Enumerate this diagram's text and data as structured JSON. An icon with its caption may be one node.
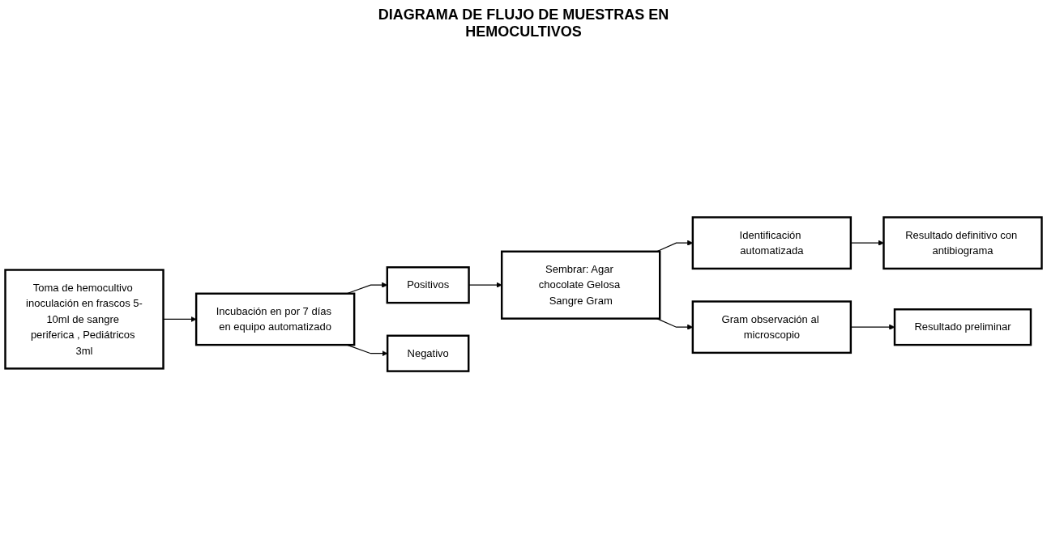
{
  "diagram": {
    "title": "DIAGRAMA DE FLUJO DE MUESTRAS EN HEMOCULTIVOS",
    "nodes": [
      {
        "text": [
          "Toma de hemocultivo inoculación en frascos 5-10ml de sangre periferica , Pediátricos 3ml"
        ]
      },
      {
        "text": [
          "Incubación en por 7 días en equipo automatizado"
        ]
      },
      {
        "text": [
          "Positivos"
        ]
      },
      {
        "text": [
          "Negativo"
        ]
      },
      {
        "text": [
          "Sembrar: Agar chocolate Gelosa Sangre Gram"
        ]
      },
      {
        "text": [
          "Identificación automatizada"
        ]
      },
      {
        "text": [
          "Gram observación al microscopio"
        ]
      },
      {
        "text": [
          "Resultado definitivo con antibiograma"
        ]
      },
      {
        "text": [
          "Resultado preliminar"
        ]
      }
    ],
    "edges": [
      {
        "from": 0,
        "to": 1,
        "arrow": "to"
      },
      {
        "from": 1,
        "to": 2,
        "arrow": "to"
      },
      {
        "from": 1,
        "to": 3,
        "arrow": "to"
      },
      {
        "from": 2,
        "to": 4,
        "arrow": "to"
      },
      {
        "from": 4,
        "to": 5,
        "arrow": "to"
      },
      {
        "from": 4,
        "to": 6,
        "arrow": "to"
      },
      {
        "from": 5,
        "to": 7,
        "arrow": "to"
      },
      {
        "from": 6,
        "to": 8,
        "arrow": "to"
      }
    ]
  }
}
